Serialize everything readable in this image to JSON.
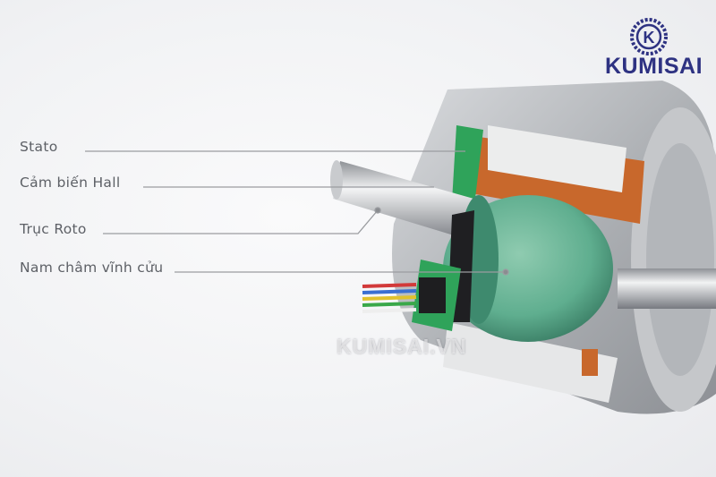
{
  "labels": {
    "stator": "Stato",
    "hall_sensor": "Cảm biến Hall",
    "rotor_shaft": "Trục Roto",
    "permanent_magnet": "Nam châm vĩnh cửu"
  },
  "logo": {
    "brand": "KUMISAI",
    "emblem_letter": "K",
    "color": "#2e3282"
  },
  "watermark": "KUMISAI.VN",
  "colors": {
    "rotor": "#5fae8f",
    "winding": "#c8682c",
    "circuit": "#2fa35a",
    "leader_line": "#9a9ca0"
  }
}
